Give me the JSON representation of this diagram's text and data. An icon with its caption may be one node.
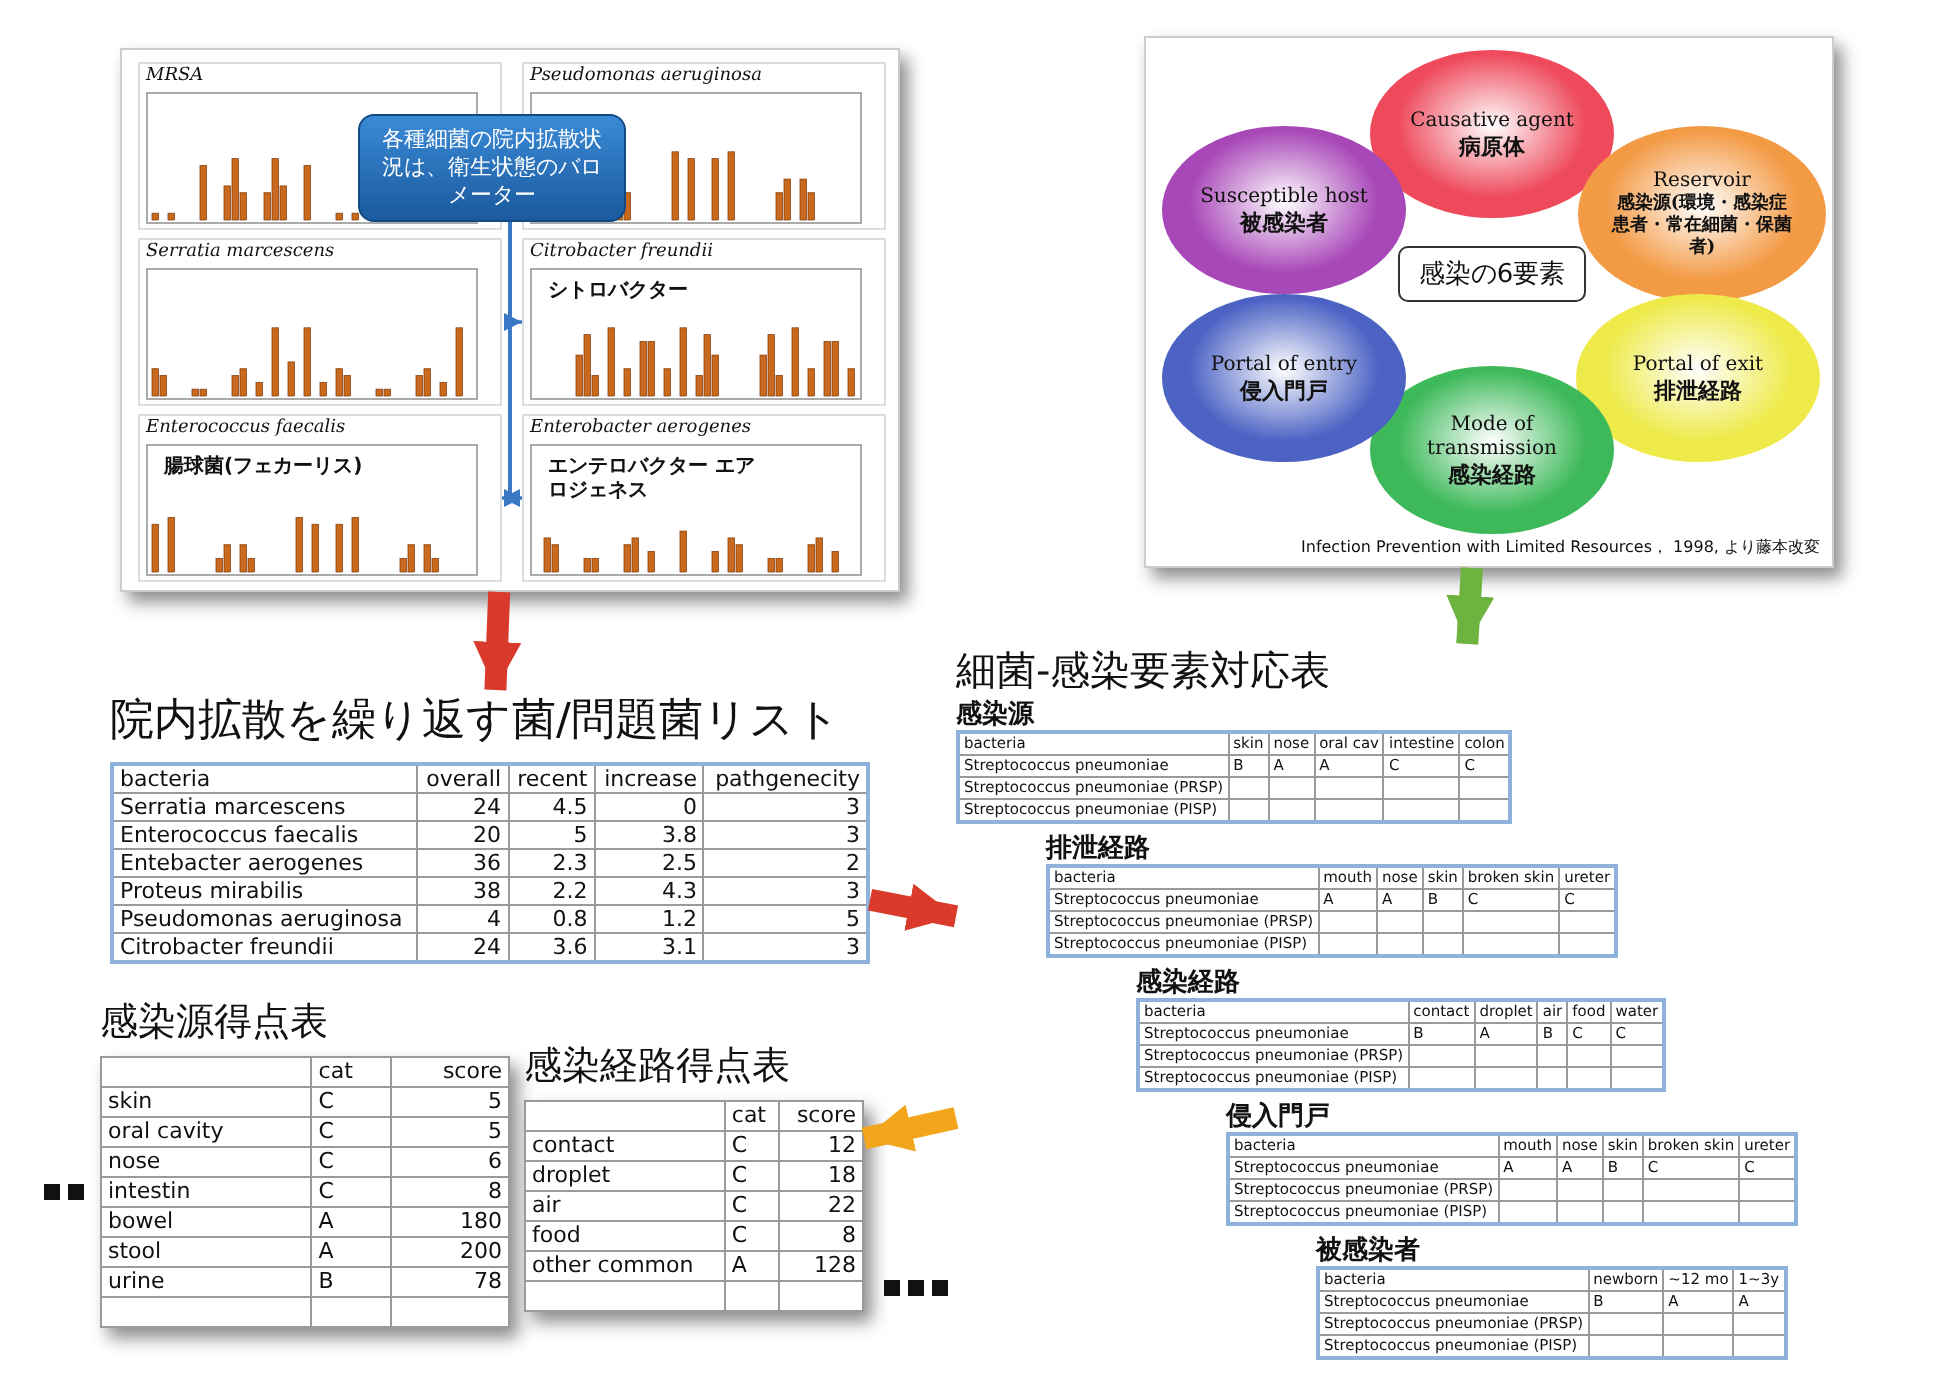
{
  "diagram": {
    "nodes": [
      {
        "text": [],
        "shape": "picture"
      },
      {
        "text": [
          "MRSA"
        ],
        "in": 0
      },
      {
        "text": [
          "Pseudomonas aeruginosa"
        ],
        "in": 0
      },
      {
        "text": [
          "Serratia marcescens"
        ],
        "in": 0
      },
      {
        "text": [
          "Citrobacter freundii",
          "シトロバクター"
        ],
        "in": 0
      },
      {
        "text": [
          "Enterococcus faecalis",
          "腸球菌(フェカーリス)"
        ],
        "in": 0
      },
      {
        "text": [
          "Enterobacter aerogenes",
          "エンテロバクター エアロジェネス"
        ],
        "in": 0
      },
      {
        "text": [
          "各種細菌の院内拡散状況は、衛生状態のバロメーター"
        ],
        "in": 0
      },
      {
        "text": [],
        "shape": "picture"
      },
      {
        "text": [
          "Causative agent",
          "病原体"
        ],
        "in": 8
      },
      {
        "text": [
          "Reservoir",
          "感染源(環境・感染症患者・常在細菌・保菌者)"
        ],
        "in": 8
      },
      {
        "text": [
          "Portal of exit",
          "排泄経路"
        ],
        "in": 8
      },
      {
        "text": [
          "Mode of transmission",
          "感染経路"
        ],
        "in": 8
      },
      {
        "text": [
          "Portal of entry",
          "侵入門戸"
        ],
        "in": 8
      },
      {
        "text": [
          "Susceptible host",
          "被感染者"
        ],
        "in": 8
      },
      {
        "text": [
          "感染の6要素"
        ],
        "in": 8
      },
      {
        "text": [
          "院内拡散を繰り返す菌/問題菌リスト"
        ]
      },
      {
        "text": [
          "細菌-感染要素対応表"
        ]
      },
      {
        "text": [
          "感染源"
        ],
        "in": 17
      },
      {
        "text": [
          "排泄経路"
        ],
        "in": 17
      },
      {
        "text": [
          "感染経路"
        ],
        "in": 17
      },
      {
        "text": [
          "侵入門戸"
        ],
        "in": 17
      },
      {
        "text": [
          "被感染者"
        ],
        "in": 17
      },
      {
        "text": [
          "感染源得点表"
        ]
      },
      {
        "text": [
          "感染経路得点表"
        ]
      }
    ],
    "edges": [
      {
        "from": 7,
        "to": 4,
        "arrow": "to",
        "color": "#3a78c6"
      },
      {
        "from": 7,
        "to": 5,
        "arrow": "to",
        "color": "#3a78c6"
      },
      {
        "from": 7,
        "to": 6,
        "arrow": "to",
        "color": "#3a78c6"
      },
      {
        "from": 0,
        "to": 16,
        "arrow": "to",
        "color": "#d93a2b"
      },
      {
        "from": 8,
        "to": 17,
        "arrow": "to",
        "color": "#6db33f"
      },
      {
        "from": 16,
        "to": 17,
        "arrow": "to",
        "color": "#d93a2b"
      },
      {
        "from": 17,
        "to": 24,
        "arrow": "to",
        "color": "#f2a51d"
      }
    ],
    "labels": [
      "Infection Prevention with Limited Resources， 1998, より藤本改変",
      "bacteria",
      "overall",
      "recent",
      "increase",
      "pathgenecity",
      "Serratia marcescens",
      "24",
      "4.5",
      "0",
      "3",
      "Enterococcus faecalis",
      "20",
      "5",
      "3.8",
      "3",
      "Entebacter aerogenes",
      "36",
      "2.3",
      "2.5",
      "2",
      "Proteus mirabilis",
      "38",
      "2.2",
      "4.3",
      "3",
      "Pseudomonas aeruginosa",
      "4",
      "0.8",
      "1.2",
      "5",
      "Citrobacter freundii",
      "24",
      "3.6",
      "3.1",
      "3",
      "bacteria",
      "skin",
      "nose",
      "oral cav",
      "intestine",
      "colon",
      "Streptococcus pneumoniae",
      "B",
      "A",
      "A",
      "C",
      "C",
      "Streptococcus pneumoniae (PRSP)",
      "Streptococcus pneumoniae (PISP)",
      "bacteria",
      "mouth",
      "nose",
      "skin",
      "broken skin",
      "ureter",
      "Streptococcus pneumoniae",
      "A",
      "A",
      "B",
      "C",
      "C",
      "Streptococcus pneumoniae (PRSP)",
      "Streptococcus pneumoniae (PISP)",
      "bacteria",
      "contact",
      "droplet",
      "air",
      "food",
      "water",
      "Streptococcus pneumoniae",
      "B",
      "A",
      "B",
      "C",
      "C",
      "Streptococcus pneumoniae (PRSP)",
      "Streptococcus pneumoniae (PISP)",
      "bacteria",
      "mouth",
      "nose",
      "skin",
      "broken skin",
      "ureter",
      "Streptococcus pneumoniae",
      "A",
      "A",
      "B",
      "C",
      "C",
      "Streptococcus pneumoniae (PRSP)",
      "Streptococcus pneumoniae (PISP)",
      "bacteria",
      "newborn",
      "~12 mo",
      "1~3y",
      "Streptococcus pneumoniae",
      "B",
      "A",
      "A",
      "Streptococcus pneumoniae (PRSP)",
      "Streptococcus pneumoniae (PISP)",
      "cat",
      "score",
      "skin",
      "C",
      "5",
      "oral cavity",
      "C",
      "5",
      "nose",
      "C",
      "6",
      "intestin",
      "C",
      "8",
      "bowel",
      "A",
      "180",
      "stool",
      "A",
      "200",
      "urine",
      "B",
      "78",
      "cat",
      "score",
      "contact",
      "C",
      "12",
      "droplet",
      "C",
      "18",
      "air",
      "C",
      "22",
      "food",
      "C",
      "8",
      "other common",
      "A",
      "128"
    ]
  }
}
